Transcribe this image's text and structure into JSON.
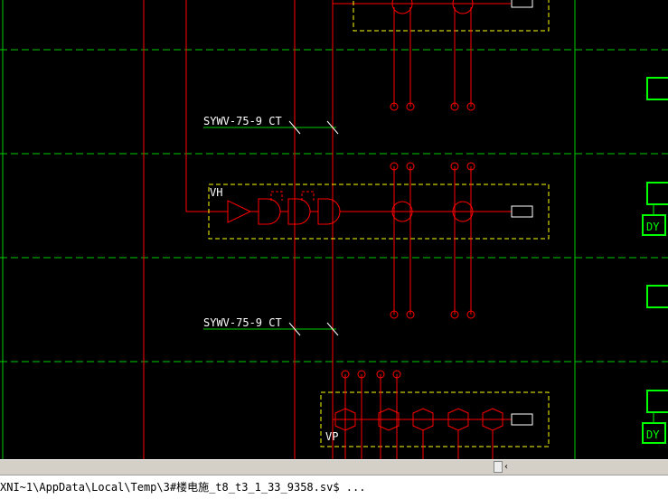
{
  "drawing": {
    "labels": {
      "cable_upper": "SYWV-75-9 CT",
      "cable_lower": "SYWV-75-9 CT",
      "box_vh": "VH",
      "box_vp": "VP",
      "right_tag_1": "DY",
      "right_tag_2": "DY"
    },
    "colors": {
      "background": "#000000",
      "wire": "#ff0000",
      "grid_dashed": "#00cc00",
      "cable_line": "#00cc00",
      "box_outline": "#ffff00",
      "label_text": "#ffffff",
      "terminal": "#ffffff",
      "tag_green": "#00ff00"
    }
  },
  "scrollbar": {
    "arrow": "‹"
  },
  "statusbar": {
    "text": "XNI~1\\AppData\\Local\\Temp\\3#楼电施_t8_t3_1_33_9358.sv$ ..."
  }
}
